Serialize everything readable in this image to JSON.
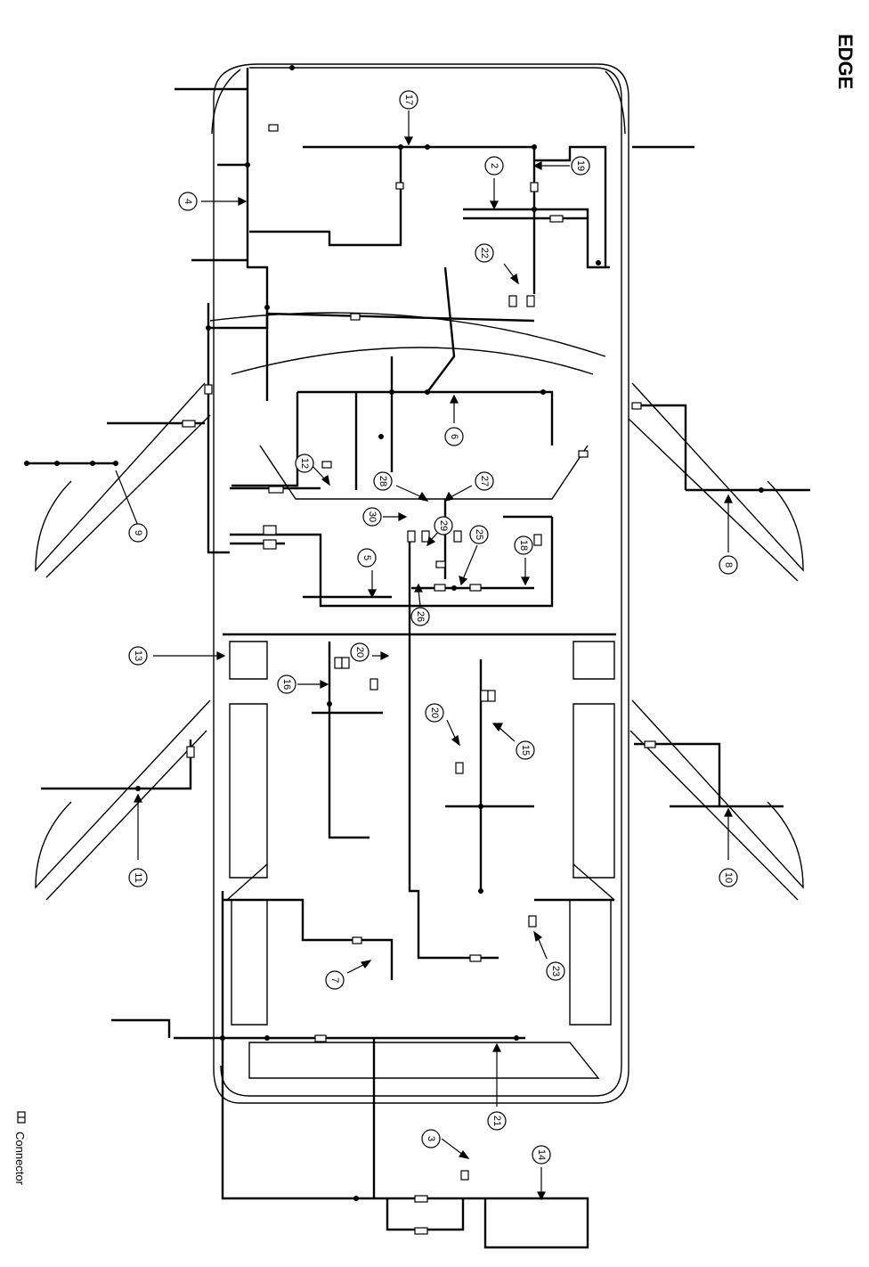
{
  "title": "EDGE",
  "legend": {
    "symbol": "connector-symbol",
    "label": "Connector"
  },
  "callouts": [
    {
      "id": "c-2",
      "label": "2"
    },
    {
      "id": "c-3",
      "label": "3"
    },
    {
      "id": "c-4",
      "label": "4"
    },
    {
      "id": "c-5",
      "label": "5"
    },
    {
      "id": "c-6",
      "label": "6"
    },
    {
      "id": "c-7",
      "label": "7"
    },
    {
      "id": "c-8",
      "label": "8"
    },
    {
      "id": "c-9",
      "label": "9"
    },
    {
      "id": "c-10",
      "label": "10"
    },
    {
      "id": "c-11",
      "label": "11"
    },
    {
      "id": "c-12",
      "label": "12"
    },
    {
      "id": "c-13",
      "label": "13"
    },
    {
      "id": "c-14",
      "label": "14"
    },
    {
      "id": "c-15",
      "label": "15"
    },
    {
      "id": "c-16",
      "label": "16"
    },
    {
      "id": "c-17",
      "label": "17"
    },
    {
      "id": "c-18",
      "label": "18"
    },
    {
      "id": "c-19",
      "label": "19"
    },
    {
      "id": "c-20a",
      "label": "20"
    },
    {
      "id": "c-20b",
      "label": "20"
    },
    {
      "id": "c-21",
      "label": "21"
    },
    {
      "id": "c-22",
      "label": "22"
    },
    {
      "id": "c-23",
      "label": "23"
    },
    {
      "id": "c-25",
      "label": "25"
    },
    {
      "id": "c-26",
      "label": "26"
    },
    {
      "id": "c-27",
      "label": "27"
    },
    {
      "id": "c-28",
      "label": "28"
    },
    {
      "id": "c-29",
      "label": "29"
    },
    {
      "id": "c-30",
      "label": "30"
    }
  ]
}
